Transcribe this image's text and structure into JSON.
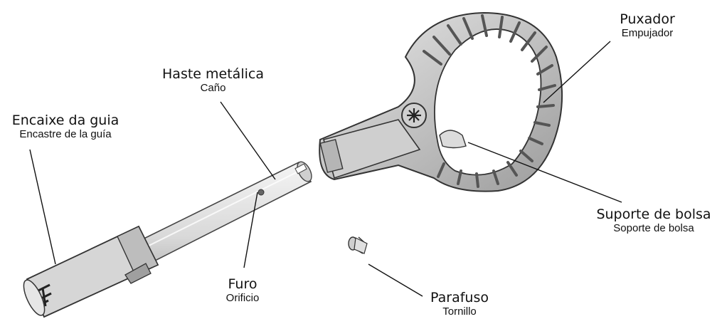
{
  "labels": {
    "puxador": {
      "pt": "Puxador",
      "es": "Empujador"
    },
    "haste": {
      "pt": "Haste metálica",
      "es": "Caño"
    },
    "encaixe": {
      "pt": "Encaixe da guia",
      "es": "Encastre de la guía"
    },
    "suporte": {
      "pt": "Suporte de bolsa",
      "es": "Soporte de bolsa"
    },
    "furo": {
      "pt": "Furo",
      "es": "Orificio"
    },
    "parafuso": {
      "pt": "Parafuso",
      "es": "Tornillo"
    }
  }
}
